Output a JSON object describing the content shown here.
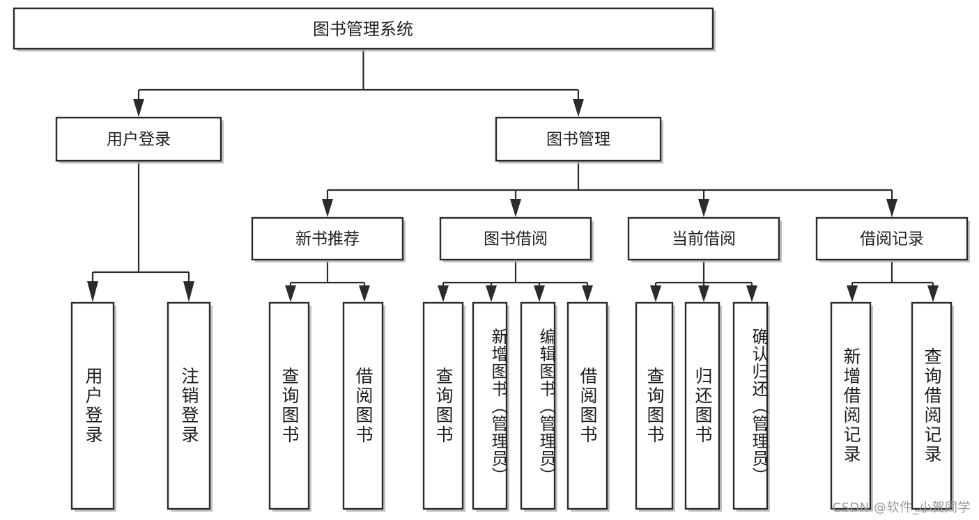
{
  "diagram": {
    "type": "tree-hierarchy-chart",
    "title": "图书管理系统",
    "watermark": "CSDN @软件_小贺同学",
    "colors": {
      "box_fill": "#ffffff",
      "box_stroke": "#2b2b2b",
      "connector": "#2b2b2b",
      "text": "#1d1d1d",
      "watermark": "#9a9a9a",
      "background": "#ffffff"
    },
    "levels": {
      "root": {
        "label": "图书管理系统"
      },
      "level2": [
        {
          "label": "用户登录"
        },
        {
          "label": "图书管理"
        }
      ],
      "level3": [
        {
          "label": "新书推荐"
        },
        {
          "label": "图书借阅"
        },
        {
          "label": "当前借阅"
        },
        {
          "label": "借阅记录"
        }
      ],
      "leaves": [
        {
          "label": "用户登录",
          "parent": "用户登录"
        },
        {
          "label": "注销登录",
          "parent": "用户登录"
        },
        {
          "label": "查询图书",
          "parent": "新书推荐"
        },
        {
          "label": "借阅图书",
          "parent": "新书推荐"
        },
        {
          "label": "查询图书",
          "parent": "图书借阅"
        },
        {
          "label": "新增图书（管理员）",
          "parent": "图书借阅"
        },
        {
          "label": "编辑图书（管理员）",
          "parent": "图书借阅"
        },
        {
          "label": "借阅图书",
          "parent": "图书借阅"
        },
        {
          "label": "查询图书",
          "parent": "当前借阅"
        },
        {
          "label": "归还图书",
          "parent": "当前借阅"
        },
        {
          "label": "确认归还（管理员）",
          "parent": "当前借阅"
        },
        {
          "label": "新增借阅记录",
          "parent": "借阅记录"
        },
        {
          "label": "查询借阅记录",
          "parent": "借阅记录"
        }
      ]
    }
  }
}
